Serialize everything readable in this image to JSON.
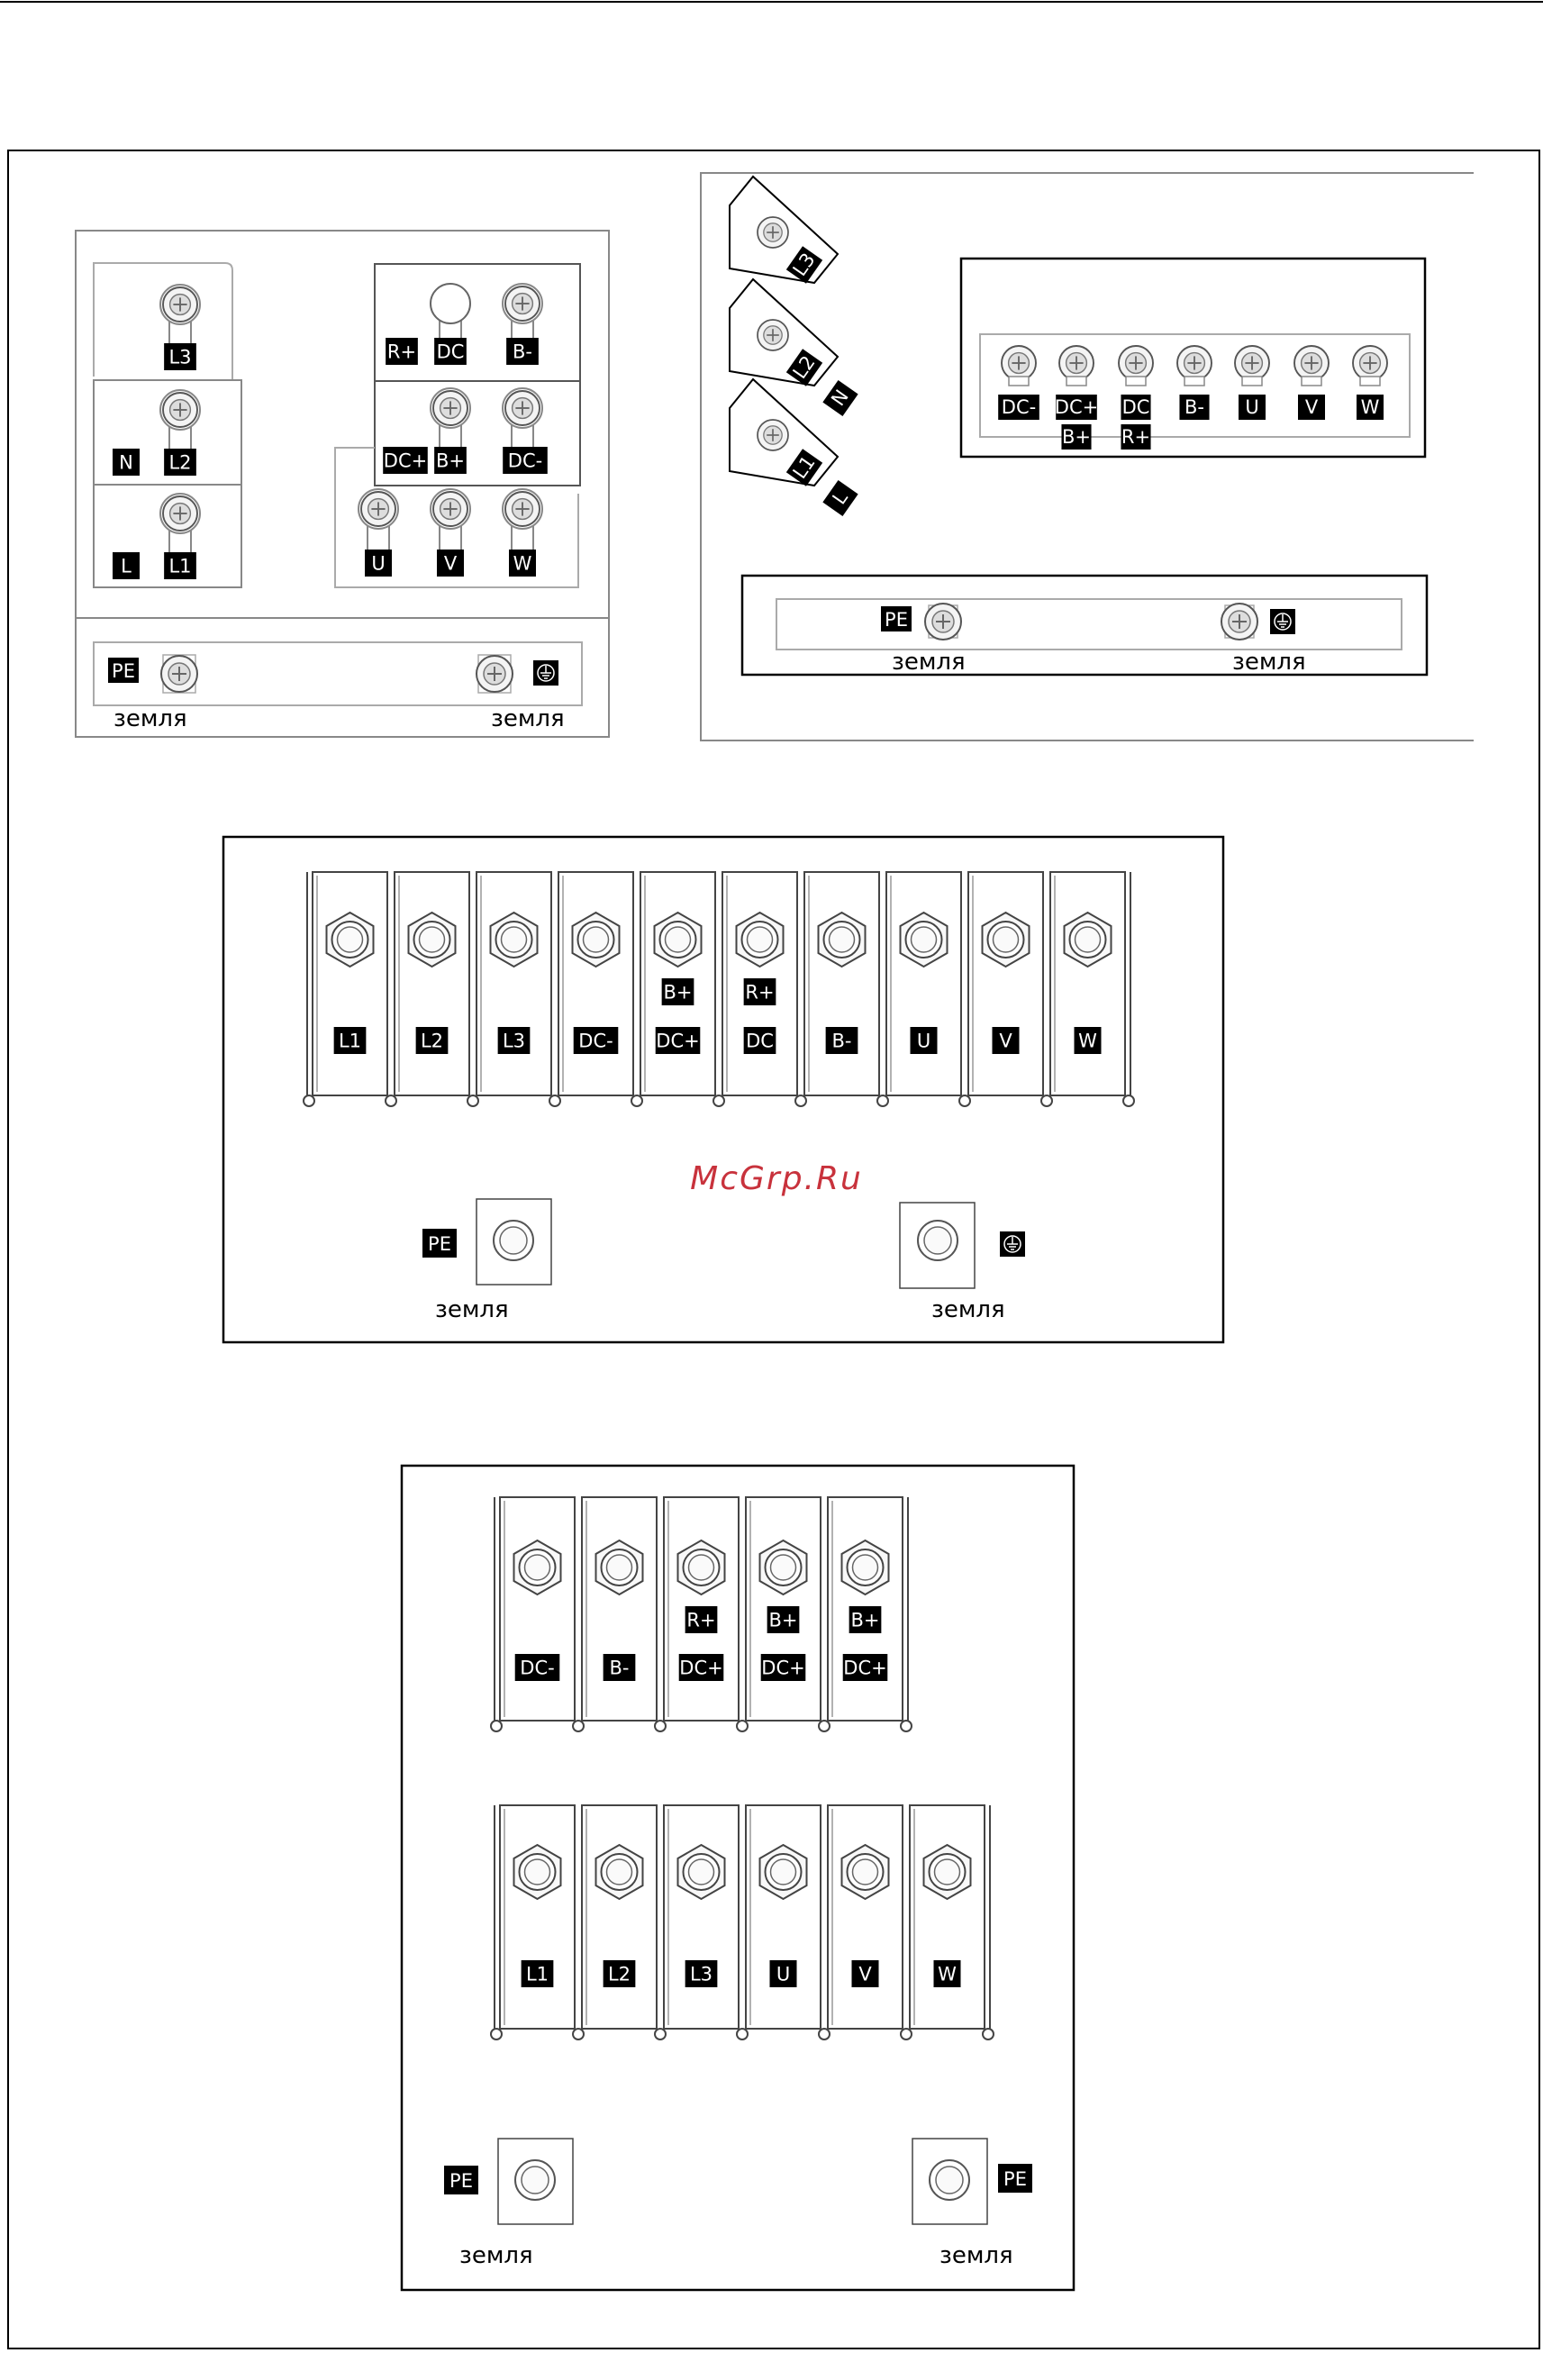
{
  "watermark": {
    "text": "McGrp.Ru",
    "color": "#c8323c"
  },
  "colors": {
    "line": "#000000",
    "label_bg": "#000000",
    "label_text": "#ffffff",
    "terminal_gray": "#888888"
  },
  "diagrams": {
    "d1": {
      "left": [
        {
          "label": "L3"
        },
        {
          "label": "L2",
          "side": "N"
        },
        {
          "label": "L1",
          "side": "L"
        }
      ],
      "top_row": [
        "R+",
        "DC",
        "B-"
      ],
      "mid_row": [
        "DC+",
        "B+",
        "DC-"
      ],
      "bottom_row": [
        "U",
        "V",
        "W"
      ],
      "pe_label": "PE",
      "ground_left": "земля",
      "ground_right": "земля"
    },
    "d2": {
      "slanted": [
        {
          "label": "L3"
        },
        {
          "label": "L2",
          "side": "N"
        },
        {
          "label": "L1",
          "side": "L"
        }
      ],
      "terminals": [
        {
          "label": "DC-"
        },
        {
          "label": "DC+",
          "sub": "B+"
        },
        {
          "label": "DC",
          "sub": "R+"
        },
        {
          "label": "B-"
        },
        {
          "label": "U"
        },
        {
          "label": "V"
        },
        {
          "label": "W"
        }
      ],
      "pe_label": "PE",
      "ground_left": "земля",
      "ground_right": "земля"
    },
    "d3": {
      "terminals": [
        {
          "label": "L1"
        },
        {
          "label": "L2"
        },
        {
          "label": "L3"
        },
        {
          "label": "DC-"
        },
        {
          "label": "DC+",
          "top": "B+"
        },
        {
          "label": "DC",
          "top": "R+"
        },
        {
          "label": "B-"
        },
        {
          "label": "U"
        },
        {
          "label": "V"
        },
        {
          "label": "W"
        }
      ],
      "pe_label": "PE",
      "ground_left": "земля",
      "ground_right": "земля"
    },
    "d4": {
      "top_terminals": [
        {
          "label": "DC-"
        },
        {
          "label": "B-"
        },
        {
          "label": "DC+",
          "top": "R+"
        },
        {
          "label": "DC+",
          "top": "B+"
        },
        {
          "label": "DC+",
          "top": "B+"
        }
      ],
      "bottom_terminals": [
        {
          "label": "L1"
        },
        {
          "label": "L2"
        },
        {
          "label": "L3"
        },
        {
          "label": "U"
        },
        {
          "label": "V"
        },
        {
          "label": "W"
        }
      ],
      "pe_left": "PE",
      "pe_right": "PE",
      "ground_left": "земля",
      "ground_right": "земля"
    }
  }
}
